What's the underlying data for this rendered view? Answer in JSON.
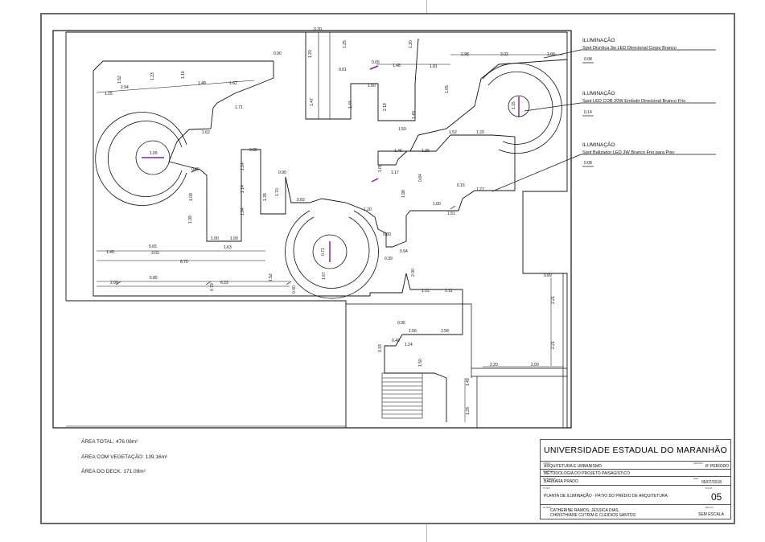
{
  "legend": [
    {
      "title": "ILUMINAÇÃO",
      "desc": "Spot Dicróica 3w LED Direcional Corpo Branco",
      "code": "0.08"
    },
    {
      "title": "ILUMINAÇÃO",
      "desc": "Spot LED COB 20W Embutir Direcional Branco Frio",
      "code": "0.14"
    },
    {
      "title": "ILUMINAÇÃO",
      "desc": "Spot Balizador LED 3W Branco Frio para Piso",
      "code": "0.08"
    }
  ],
  "areas": {
    "total": "ÁREA TOTAL: 476.08m²",
    "vegetacao": "ÁREA COM VEGETAÇÃO: 139.16m²",
    "deck": "ÁREA DO DECK: 171.09m²"
  },
  "title_block": {
    "university": "UNIVERSIDADE ESTADUAL DO MARANHÃO",
    "course_caption": "CURSO",
    "course": "ARQUITETURA E URBANISMO",
    "period_caption": "PERÍODO",
    "period": "8º PERÍODO",
    "discipline_caption": "DISCIPLINA",
    "discipline": "METODOLOGIA DO PROJETO PAISAGÍSTICO",
    "professor_caption": "PROFESSOR",
    "professor": "BÁRBARA PRADO",
    "date_caption": "DATA",
    "date": "05/07/2018",
    "title_caption": "TÍTULO",
    "title": "PLANTA DE ILUMINAÇÃO - PÁTIO DO PRÉDIO DE ARQUITETURA",
    "sheet_caption": "FOLHA",
    "sheet": "05",
    "authors_caption": "ALUNOS",
    "authors_line1": "CATHERINE RAMOS, JÉSSICA DIAS,",
    "authors_line2": "CHRISTHIANE CUTRIM E CLEIDIOS SANTOS",
    "scale_caption": "ESCALA",
    "scale": "SEM ESCALA"
  },
  "dims": {
    "d1": "0.20",
    "d2": "1.20",
    "d3": "1.25",
    "d4": "1.20",
    "d5": "0.90",
    "d6": "0.65",
    "d7": "1.48",
    "d8": "2.98",
    "d9": "3.02",
    "d10": "1.00",
    "d11": "1.81",
    "d12": "1.65",
    "d13": "0.61",
    "d14": "1.52",
    "d15": "2.94",
    "d16": "1.25",
    "d17": "1.23",
    "d18": "1.16",
    "d19": "1.48",
    "d20": "1.62",
    "d21": "1.71",
    "d22": "1.47",
    "d23": "1.60",
    "d24": "2.18",
    "d25": "1.50",
    "d26": "1.49",
    "d27": "1.44",
    "d28": "1.62",
    "d29": "1.52",
    "d30": "1.20",
    "d31": "1.46",
    "d32": "1.26",
    "d33": "0.80",
    "d34": "1.14",
    "d35": "0.69",
    "d36": "0.90",
    "d37": "1.14",
    "d38": "1.70",
    "d39": "1.35",
    "d40": "0.82",
    "d41": "1.05",
    "d42": "1.09",
    "d43": "1.09",
    "d44": "1.04",
    "d45": "1.00",
    "d46": "1.00",
    "d47": "1.63",
    "d48": "5.65",
    "d49": "1.49",
    "d50": "3.01",
    "d51": "8.70",
    "d52": "5.85",
    "d53": "2.00",
    "d54": "6.22",
    "d55": "0.79",
    "d56": "1.52",
    "d57": "0.40",
    "d58": "1.20",
    "d59": "0.71",
    "d60": "1.67",
    "d61": "1.09",
    "d62": "1.17",
    "d63": "1.98",
    "d64": "0.84",
    "d65": "0.15",
    "d66": "1.27",
    "d67": "1.00",
    "d68": "1.51",
    "d69": "1.15",
    "d70": "0.80",
    "d71": "0.94",
    "d72": "0.39",
    "d73": "2.00",
    "d74": "1.11",
    "d75": "1.11",
    "d76": "0.95",
    "d77": "1.56",
    "d78": "1.58",
    "d79": "1.24",
    "d80": "0.33",
    "d81": "0.40",
    "d82": "1.50",
    "d83": "2.20",
    "d84": "2.00",
    "d85": "2.21",
    "d86": "2.21",
    "d87": "1.49",
    "d88": "1.29",
    "d89": "0.89"
  },
  "colors": {
    "line": "#111111",
    "lamp": "#7a2a8a",
    "accent": "#2a6a3a"
  }
}
